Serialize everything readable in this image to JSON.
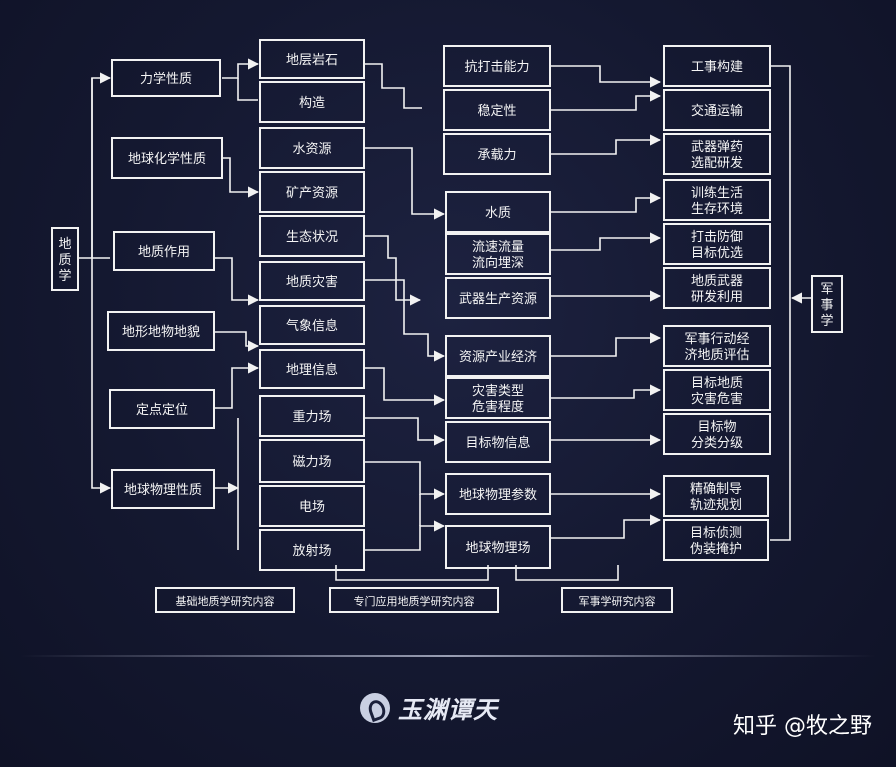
{
  "boxes": {
    "dizhixue": "地\n质\n学",
    "junshixue": "军\n事\n学",
    "lixue": "力学性质",
    "diqiuhuaxue": "地球化学性质",
    "dizhizuoyong": "地质作用",
    "dixing": "地形地物地貌",
    "dingdian": "定点定位",
    "diqiuwuli": "地球物理性质",
    "diceng": "地层岩石",
    "gouzao": "构造",
    "shuiziyuan": "水资源",
    "kuangchan": "矿产资源",
    "shengtai": "生态状况",
    "zaihai": "地质灾害",
    "qixiang": "气象信息",
    "dili": "地理信息",
    "zhongli": "重力场",
    "cili": "磁力场",
    "dianchang": "电场",
    "fangshe": "放射场",
    "kangdaji": "抗打击能力",
    "wendingxing": "稳定性",
    "chengzaili": "承载力",
    "shuizhi": "水质",
    "liusu": "流速流量\n流向埋深",
    "wuqiziyuan": "武器生产资源",
    "ziyuanjingji": "资源产业经济",
    "zaihaileixing": "灾害类型\n危害程度",
    "mubiaowu": "目标物信息",
    "wulicanshu": "地球物理参数",
    "wulichang": "地球物理场",
    "gongshi": "工事构建",
    "jiaotong": "交通运输",
    "wuqidanyao": "武器弹药\n选配研发",
    "xunlian": "训练生活\n生存环境",
    "dajifangyu": "打击防御\n目标优选",
    "dizhiwuqi": "地质武器\n研发利用",
    "xingdong": "军事行动经\n济地质评估",
    "mubiaodizhi": "目标地质\n灾害危害",
    "fenlei": "目标物\n分类分级",
    "zhidao": "精确制导\n轨迹规划",
    "zhence": "目标侦测\n伪装掩护"
  },
  "categories": {
    "basic": "基础地质学研究内容",
    "applied": "专门应用地质学研究内容",
    "military": "军事学研究内容"
  },
  "footer": {
    "logo_text": "玉渊谭天",
    "watermark": "知乎 @牧之野"
  }
}
